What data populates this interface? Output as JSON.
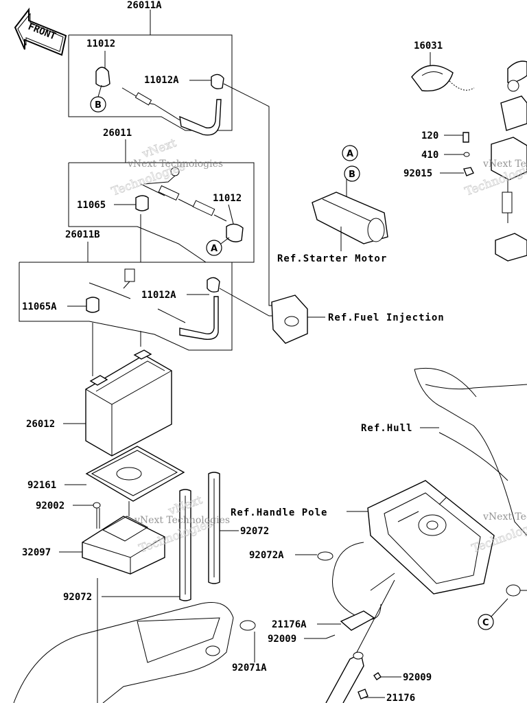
{
  "orientation": {
    "label": "FRONT",
    "icon": "front-arrow-icon"
  },
  "part_labels": {
    "p26011A": "26011A",
    "p11012_top": "11012",
    "p11012A_top": "11012A",
    "p26011": "26011",
    "p11065": "11065",
    "p11012_mid": "11012",
    "p26011B": "26011B",
    "p11065A": "11065A",
    "p11012A_mid": "11012A",
    "p26012": "26012",
    "p92161": "92161",
    "p92002": "92002",
    "p32097": "32097",
    "p92072_right": "92072",
    "p92072_left": "92072",
    "p92072A": "92072A",
    "p92071A": "92071A",
    "p21176A": "21176A",
    "p92009_a": "92009",
    "p92009_b": "92009",
    "p21176": "21176",
    "p16031": "16031",
    "p120": "120",
    "p410": "410",
    "p92015": "92015"
  },
  "references": {
    "starter_motor": "Ref.Starter Motor",
    "fuel_injection": "Ref.Fuel Injection",
    "hull": "Ref.Hull",
    "handle_pole": "Ref.Handle Pole"
  },
  "callouts": {
    "a1": "A",
    "a2": "A",
    "b1": "B",
    "b2": "B",
    "c1": "C"
  },
  "watermark": {
    "line1": "vNext",
    "line2": "Technologies"
  }
}
